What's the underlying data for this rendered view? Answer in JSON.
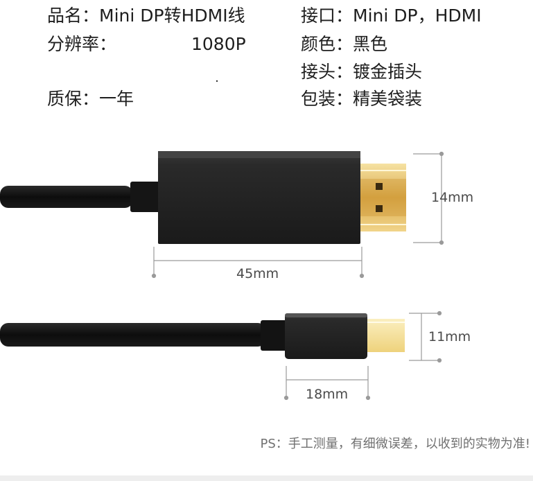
{
  "specs": {
    "product_name": "品名：Mini DP转HDMI线",
    "resolution_label": "分辨率：",
    "resolution_value": "1080P",
    "warranty": "质保：一年",
    "interface": "接口：Mini DP，HDMI",
    "color": "颜色：黑色",
    "connector": "接头：镀金插头",
    "packaging": "包装：精美袋装"
  },
  "dimensions": {
    "hdmi_height": "14mm",
    "hdmi_length": "45mm",
    "minidp_height": "11mm",
    "minidp_length": "18mm"
  },
  "note": "PS：手工测量，有细微误差，以收到的实物为准!",
  "colors": {
    "cable": "#111111",
    "gold": "#e8c36a",
    "dimension_line": "#9a9a9a"
  }
}
